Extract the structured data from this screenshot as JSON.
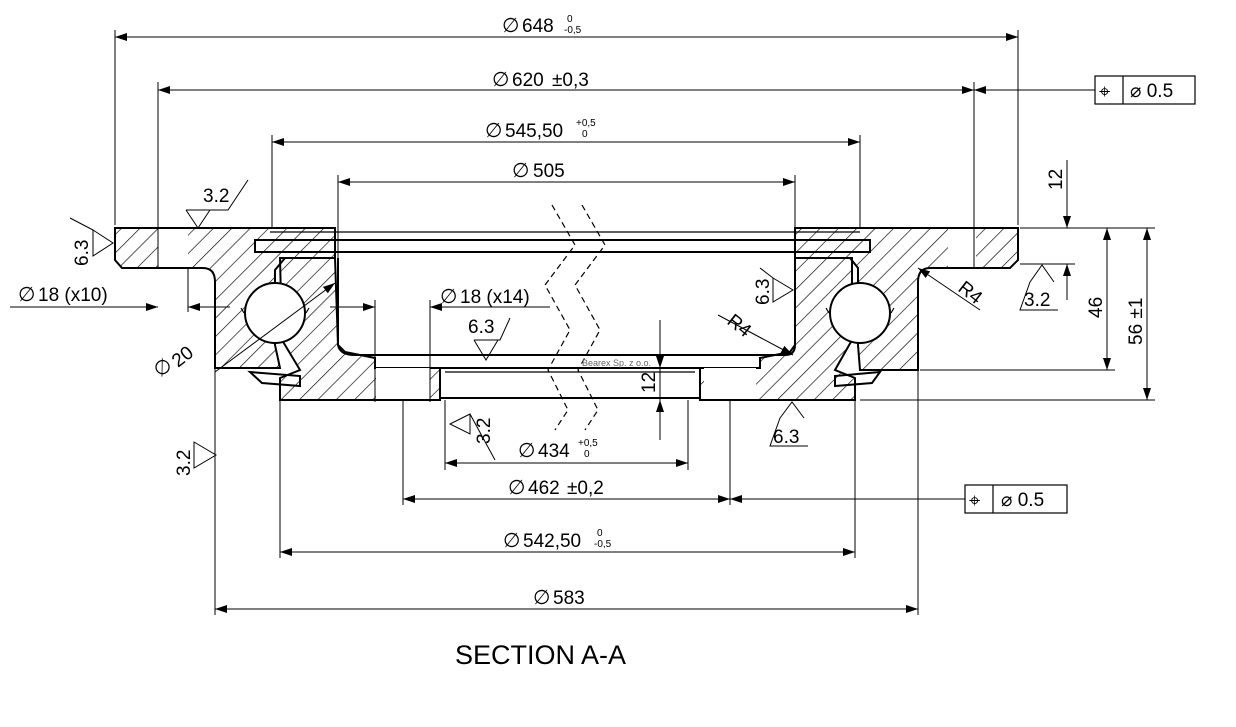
{
  "diameter_symbol": "∅",
  "dimensions": {
    "d648": "648",
    "d648_tol_upper": "0",
    "d648_tol_lower": "-0,5",
    "d620": "620",
    "d620_tol": "±0,3",
    "d545": "545,50",
    "d545_tol_upper": "+0,5",
    "d545_tol_lower": "0",
    "d505": "505",
    "d434": "434",
    "d434_tol_upper": "+0,5",
    "d434_tol_lower": "0",
    "d462": "462",
    "d462_tol": "±0,2",
    "d542": "542,50",
    "d542_tol_upper": "0",
    "d542_tol_lower": "-0,5",
    "d583": "583",
    "holes_outer": "18 (x10)",
    "holes_inner": "18 (x14)",
    "ball": "20",
    "radius_left": "R4",
    "radius_right": "R4",
    "height_top": "12",
    "height_inner": "12",
    "height_46": "46",
    "height_total": "56 ±1"
  },
  "roughness": {
    "r1": "3.2",
    "r2": "6.3",
    "r3": "6.3",
    "r4": "3.2",
    "r5": "6.3",
    "r6": "3.2",
    "r7": "6.3",
    "r8": "3.2"
  },
  "tolerance_frames": {
    "top_symbol": "⌖",
    "top_value": "⌀ 0.5",
    "bottom_symbol": "⌖",
    "bottom_value": "⌀ 0.5"
  },
  "watermark": "Bearex Sp. z o.o.",
  "caption": "SECTION A-A"
}
